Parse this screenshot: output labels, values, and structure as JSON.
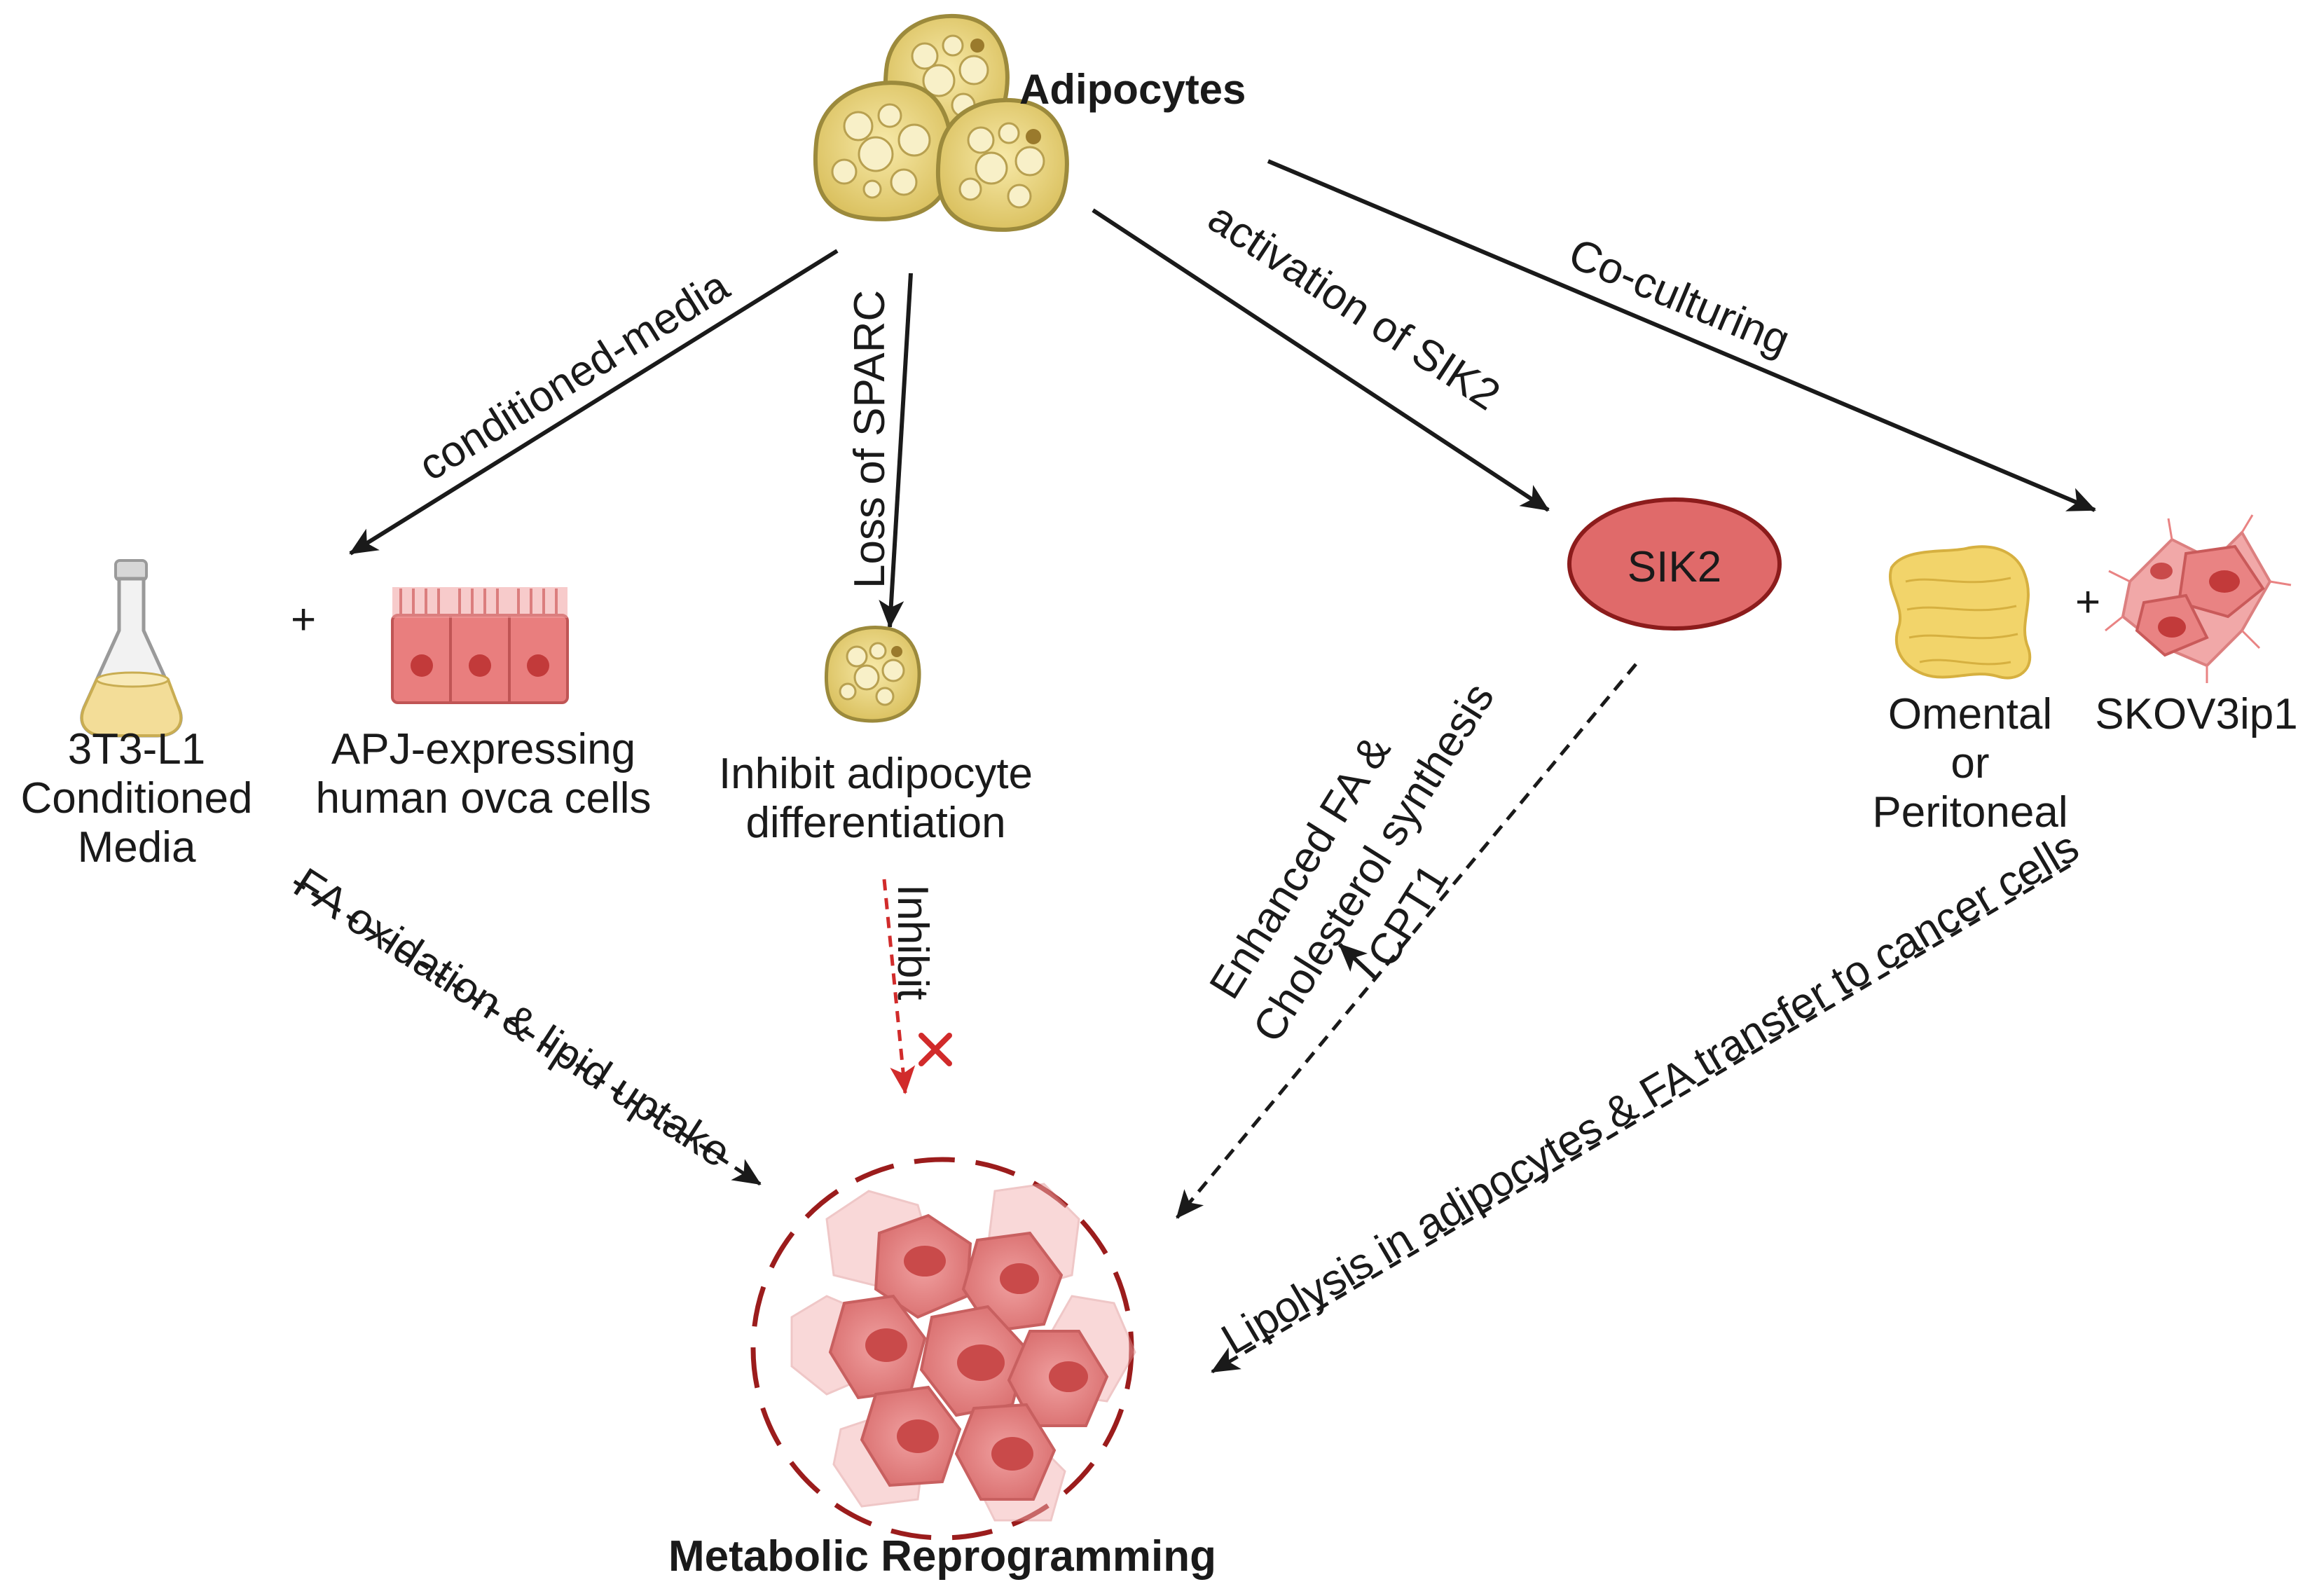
{
  "title": "Metabolic Reprogramming",
  "nodes": {
    "adipocytes": "Adipocytes",
    "media_line1": "3T3-L1",
    "media_line2": "Conditioned",
    "media_line3": "Media",
    "apj_line1": "APJ-expressing",
    "apj_line2": "human ovca cells",
    "inhibit_line1": "Inhibit adipocyte",
    "inhibit_line2": "differentiation",
    "sik2": "SIK2",
    "omental_line1": "Omental",
    "omental_line2": "or",
    "omental_line3": "Peritoneal",
    "skov": "SKOV3ip1",
    "plus": "+"
  },
  "edges": {
    "conditioned_media": "conditioned-media",
    "loss_sparc": "Loss of SPARC",
    "activation_sik2": "activation of SIK2",
    "co_culturing": "Co-culturing",
    "fa_oxidation": "FA oxidation & lipid uptake",
    "inhibit": "Inhibit",
    "enhanced_line1": "Enhanced  FA &",
    "enhanced_line2": "Cholesterol synthesis",
    "cpt1": "CPT1",
    "lipolysis": "Lipolysis in adipocytes & FA transfer to cancer cells"
  },
  "colors": {
    "sik2_fill": "#e06a6a",
    "sik2_stroke": "#8c1c1c",
    "inhibit_red": "#d12b2b",
    "circle_red": "#9b1c1c",
    "adipocyte_fill": "#e9d483",
    "adipocyte_stroke": "#9c8a3c",
    "cancer_fill": "#e98383"
  },
  "icons": [
    "adipocyte-cluster-icon",
    "flask-icon",
    "epithelial-cells-icon",
    "single-adipocyte-icon",
    "omentum-tissue-icon",
    "cancer-cell-cluster-icon",
    "tumor-cluster-icon"
  ]
}
